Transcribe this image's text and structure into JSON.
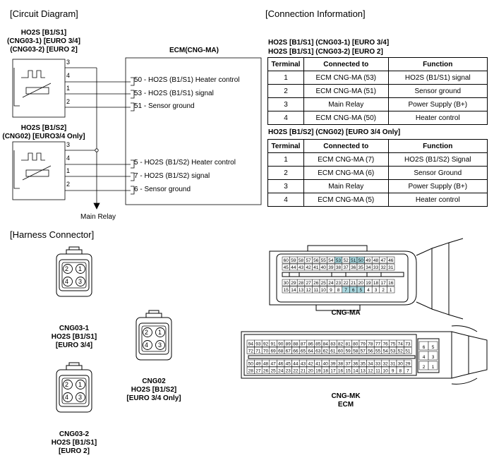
{
  "sections": {
    "circuit": "[Circuit Diagram]",
    "connection": "[Connection Information]",
    "harness": "[Harness Connector]"
  },
  "circuit": {
    "sensor1_title": [
      "HO2S [B1/S1]",
      "(CNG03-1) [EURO 3/4]",
      "(CNG03-2) [EURO 2]"
    ],
    "sensor2_title": [
      "HO2S [B1/S2]",
      "(CNG02) [EURO3/4 Only]"
    ],
    "ecm_title": "ECM(CNG-MA)",
    "s1_terms": [
      "3",
      "4",
      "1",
      "2"
    ],
    "s2_terms": [
      "3",
      "4",
      "1",
      "2"
    ],
    "s1_pins": [
      "50 - HO2S (B1/S1) Heater control",
      "53 - HO2S (B1/S1) signal",
      "51 - Sensor ground"
    ],
    "s2_pins": [
      "5 - HO2S (B1/S2) Heater control",
      "7 - HO2S (B1/S2) signal",
      "6 - Sensor ground"
    ],
    "main_relay": "Main Relay"
  },
  "tables": {
    "t1_title": [
      "HO2S [B1/S1] (CNG03-1) [EURO 3/4]",
      "HO2S [B1/S1] (CNG03-2) [EURO 2]"
    ],
    "t2_title": "HO2S [B1/S2] (CNG02) [EURO 3/4 Only]",
    "headers": [
      "Terminal",
      "Connected to",
      "Function"
    ],
    "t1_rows": [
      [
        "1",
        "ECM CNG-MA (53)",
        "HO2S (B1/S1) signal"
      ],
      [
        "2",
        "ECM CNG-MA (51)",
        "Sensor ground"
      ],
      [
        "3",
        "Main Relay",
        "Power Supply (B+)"
      ],
      [
        "4",
        "ECM CNG-MA (50)",
        "Heater control"
      ]
    ],
    "t2_rows": [
      [
        "1",
        "ECM CNG-MA (7)",
        "HO2S (B1/S2) Signal"
      ],
      [
        "2",
        "ECM CNG-MA (6)",
        "Sensor Ground"
      ],
      [
        "3",
        "Main Relay",
        "Power Supply (B+)"
      ],
      [
        "4",
        "ECM CNG-MA (5)",
        "Heater control"
      ]
    ]
  },
  "harness": {
    "cng03_1": [
      "CNG03-1",
      "HO2S [B1/S1]",
      "[EURO 3/4]"
    ],
    "cng03_2": [
      "CNG03-2",
      "HO2S [B1/S1]",
      "[EURO 2]"
    ],
    "cng02": [
      "CNG02",
      "HO2S [B1/S2]",
      "[EURO 3/4 Only]"
    ],
    "small_pins": [
      "2",
      "1",
      "4",
      "3"
    ],
    "cng_ma_label": "CNG-MA",
    "cng_mk_label": [
      "CNG-MK",
      "ECM"
    ],
    "ma_row1": [
      "60",
      "59",
      "58",
      "57",
      "56",
      "55",
      "54",
      "53",
      "52",
      "51",
      "50",
      "49",
      "48",
      "47",
      "46"
    ],
    "ma_row2": [
      "45",
      "44",
      "43",
      "42",
      "41",
      "40",
      "39",
      "38",
      "37",
      "36",
      "35",
      "34",
      "33",
      "32",
      "31"
    ],
    "ma_row3": [
      "30",
      "29",
      "28",
      "27",
      "26",
      "25",
      "24",
      "23",
      "22",
      "21",
      "20",
      "19",
      "18",
      "17",
      "16"
    ],
    "ma_row4": [
      "15",
      "14",
      "13",
      "12",
      "11",
      "10",
      "9",
      "8",
      "7",
      "6",
      "5",
      "4",
      "3",
      "2",
      "1"
    ],
    "mk_row1": [
      "94",
      "93",
      "92",
      "91",
      "90",
      "89",
      "88",
      "87",
      "86",
      "85",
      "84",
      "83",
      "82",
      "81",
      "80",
      "79",
      "78",
      "77",
      "76",
      "75",
      "74",
      "73"
    ],
    "mk_row2": [
      "72",
      "71",
      "70",
      "69",
      "68",
      "67",
      "66",
      "65",
      "64",
      "63",
      "62",
      "61",
      "60",
      "59",
      "58",
      "57",
      "56",
      "55",
      "54",
      "53",
      "52",
      "51"
    ],
    "mk_row3": [
      "50",
      "49",
      "48",
      "47",
      "46",
      "45",
      "44",
      "43",
      "42",
      "41",
      "40",
      "39",
      "38",
      "37",
      "36",
      "35",
      "34",
      "33",
      "32",
      "31",
      "30",
      "29"
    ],
    "mk_row4": [
      "28",
      "27",
      "26",
      "25",
      "24",
      "23",
      "22",
      "21",
      "20",
      "19",
      "18",
      "17",
      "16",
      "15",
      "14",
      "13",
      "12",
      "11",
      "10",
      "9",
      "8",
      "7"
    ],
    "mk_small": [
      [
        "6",
        "5"
      ],
      [
        "4",
        "3"
      ],
      [
        "2",
        "1"
      ]
    ],
    "highlight_color": "#a9d8e0"
  }
}
